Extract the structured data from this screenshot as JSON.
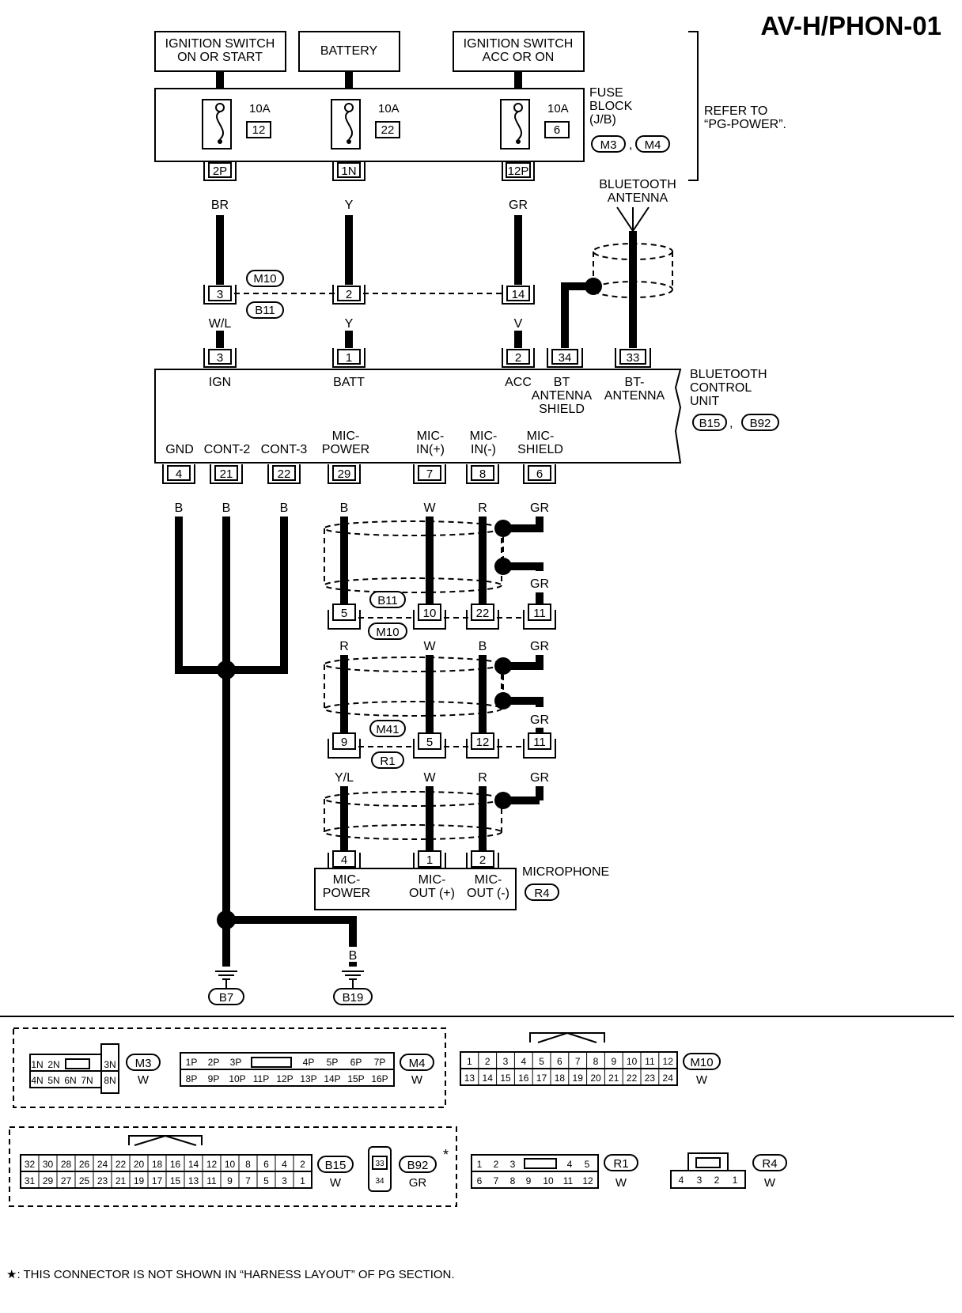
{
  "page_id": "AV-H/PHON-01",
  "refer_to": "REFER TO\n“PG-POWER”.",
  "sources": [
    {
      "label": "IGNITION SWITCH\nON OR START"
    },
    {
      "label": "BATTERY"
    },
    {
      "label": "IGNITION SWITCH\nACC OR ON"
    }
  ],
  "fuse_block": {
    "label": "FUSE\nBLOCK\n(J/B)",
    "connectors": [
      "M3",
      "M4"
    ],
    "fuses": [
      {
        "rating": "10A",
        "number": "12",
        "terminal": "2P",
        "wire": "BR"
      },
      {
        "rating": "10A",
        "number": "22",
        "terminal": "1N",
        "wire": "Y"
      },
      {
        "rating": "10A",
        "number": "6",
        "terminal": "12P",
        "wire": "GR"
      }
    ]
  },
  "bluetooth_antenna": "BLUETOOTH\nANTENNA",
  "junction_top": {
    "connectors": [
      "M10",
      "B11"
    ],
    "pins": [
      "3",
      "2",
      "14"
    ],
    "wires_below": [
      "W/L",
      "Y",
      "V"
    ]
  },
  "control_unit": {
    "label": "BLUETOOTH\nCONTROL\nUNIT",
    "connectors": [
      "B15",
      "B92"
    ],
    "top_pins": [
      {
        "pin": "3",
        "name": "IGN"
      },
      {
        "pin": "1",
        "name": "BATT"
      },
      {
        "pin": "2",
        "name": "ACC"
      },
      {
        "pin": "34",
        "name": "BT\nANTENNA\nSHIELD"
      },
      {
        "pin": "33",
        "name": "BT-\nANTENNA"
      }
    ],
    "bottom_pins": [
      {
        "pin": "4",
        "name": "GND",
        "wire": "B"
      },
      {
        "pin": "21",
        "name": "CONT-2",
        "wire": "B"
      },
      {
        "pin": "22",
        "name": "CONT-3",
        "wire": "B"
      },
      {
        "pin": "29",
        "name": "MIC-\nPOWER",
        "wire": "B"
      },
      {
        "pin": "7",
        "name": "MIC-\nIN(+)",
        "wire": "W"
      },
      {
        "pin": "8",
        "name": "MIC-\nIN(-)",
        "wire": "R"
      },
      {
        "pin": "6",
        "name": "MIC-\nSHIELD",
        "wire": "GR"
      }
    ]
  },
  "junction_mid": {
    "connectors": [
      "B11",
      "M10"
    ],
    "pins": [
      "5",
      "10",
      "22",
      "11"
    ],
    "wires_above_shield": "GR",
    "wires_below": [
      "R",
      "W",
      "B",
      "GR"
    ]
  },
  "junction_low": {
    "connectors": [
      "M41",
      "R1"
    ],
    "pins": [
      "9",
      "5",
      "12",
      "11"
    ],
    "wires_above_shield": "GR",
    "wires_below": [
      "Y/L",
      "W",
      "R",
      "GR"
    ]
  },
  "microphone": {
    "label": "MICROPHONE",
    "connector": "R4",
    "pins": [
      {
        "pin": "4",
        "name": "MIC-\nPOWER"
      },
      {
        "pin": "1",
        "name": "MIC-\nOUT (+)"
      },
      {
        "pin": "2",
        "name": "MIC-\nOUT (-)"
      }
    ]
  },
  "grounds": [
    {
      "wire": "B",
      "name": "B7"
    },
    {
      "wire": "B",
      "name": "B19"
    }
  ],
  "connector_views": {
    "M3": {
      "id": "M3",
      "color": "W",
      "row1": [
        "1N",
        "2N",
        "",
        "3N"
      ],
      "row2": [
        "4N",
        "5N",
        "6N",
        "7N",
        "8N"
      ]
    },
    "M4": {
      "id": "M4",
      "color": "W",
      "row1": [
        "1P",
        "2P",
        "3P",
        "",
        "4P",
        "5P",
        "6P",
        "7P"
      ],
      "row2": [
        "8P",
        "9P",
        "10P",
        "11P",
        "12P",
        "13P",
        "14P",
        "15P",
        "16P"
      ]
    },
    "M10": {
      "id": "M10",
      "color": "W",
      "row1": [
        "1",
        "2",
        "3",
        "4",
        "5",
        "6",
        "7",
        "8",
        "9",
        "10",
        "11",
        "12"
      ],
      "row2": [
        "13",
        "14",
        "15",
        "16",
        "17",
        "18",
        "19",
        "20",
        "21",
        "22",
        "23",
        "24"
      ]
    },
    "B15": {
      "id": "B15",
      "color": "W",
      "row1": [
        "32",
        "30",
        "28",
        "26",
        "24",
        "22",
        "20",
        "18",
        "16",
        "14",
        "12",
        "10",
        "8",
        "6",
        "4",
        "2"
      ],
      "row2": [
        "31",
        "29",
        "27",
        "25",
        "23",
        "21",
        "19",
        "17",
        "15",
        "13",
        "11",
        "9",
        "7",
        "5",
        "3",
        "1"
      ]
    },
    "B92": {
      "id": "B92",
      "color": "GR",
      "row1": [
        "33"
      ],
      "row2": [
        "34"
      ],
      "star": "*"
    },
    "R1": {
      "id": "R1",
      "color": "W",
      "row1": [
        "1",
        "2",
        "3",
        "",
        "4",
        "5"
      ],
      "row2": [
        "6",
        "7",
        "8",
        "9",
        "10",
        "11",
        "12"
      ]
    },
    "R4": {
      "id": "R4",
      "color": "W",
      "row1": [
        ""
      ],
      "row2": [
        "4",
        "3",
        "2",
        "1"
      ]
    }
  },
  "footnote": "★: THIS CONNECTOR IS NOT SHOWN IN “HARNESS LAYOUT” OF PG SECTION."
}
